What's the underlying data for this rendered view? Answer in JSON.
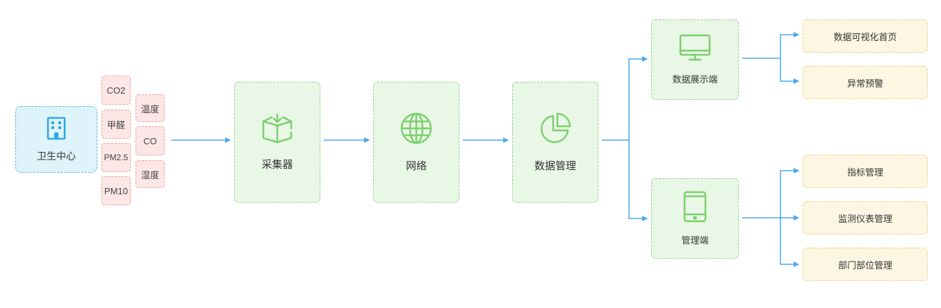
{
  "source": {
    "label": "卫生中心",
    "icon": "building-icon"
  },
  "sensors_left": [
    "CO2",
    "甲醛",
    "PM2.5",
    "PM10"
  ],
  "sensors_right": [
    "温度",
    "CO",
    "湿度"
  ],
  "stages": [
    {
      "label": "采集器",
      "icon": "box-download-icon"
    },
    {
      "label": "网络",
      "icon": "globe-icon"
    },
    {
      "label": "数据管理",
      "icon": "pie-chart-icon"
    }
  ],
  "endpoints": {
    "display": {
      "label": "数据展示端",
      "icon": "monitor-icon"
    },
    "admin": {
      "label": "管理端",
      "icon": "tablet-icon"
    }
  },
  "display_features": [
    "数据可视化首页",
    "异常预警"
  ],
  "admin_features": [
    "指标管理",
    "监测仪表管理",
    "部门部位管理"
  ],
  "colors": {
    "connector": "#4aa8ea",
    "source_border": "#5ab8e6",
    "source_fill": "#dff3fb",
    "sensor_border": "#f0a0a0",
    "sensor_fill": "#fde6e6",
    "stage_border": "#8fd38a",
    "stage_fill": "#e9f7e6",
    "icon_green": "#7ccf6e",
    "feature_border": "#f3cf7e",
    "feature_fill": "#fdf6e3"
  }
}
